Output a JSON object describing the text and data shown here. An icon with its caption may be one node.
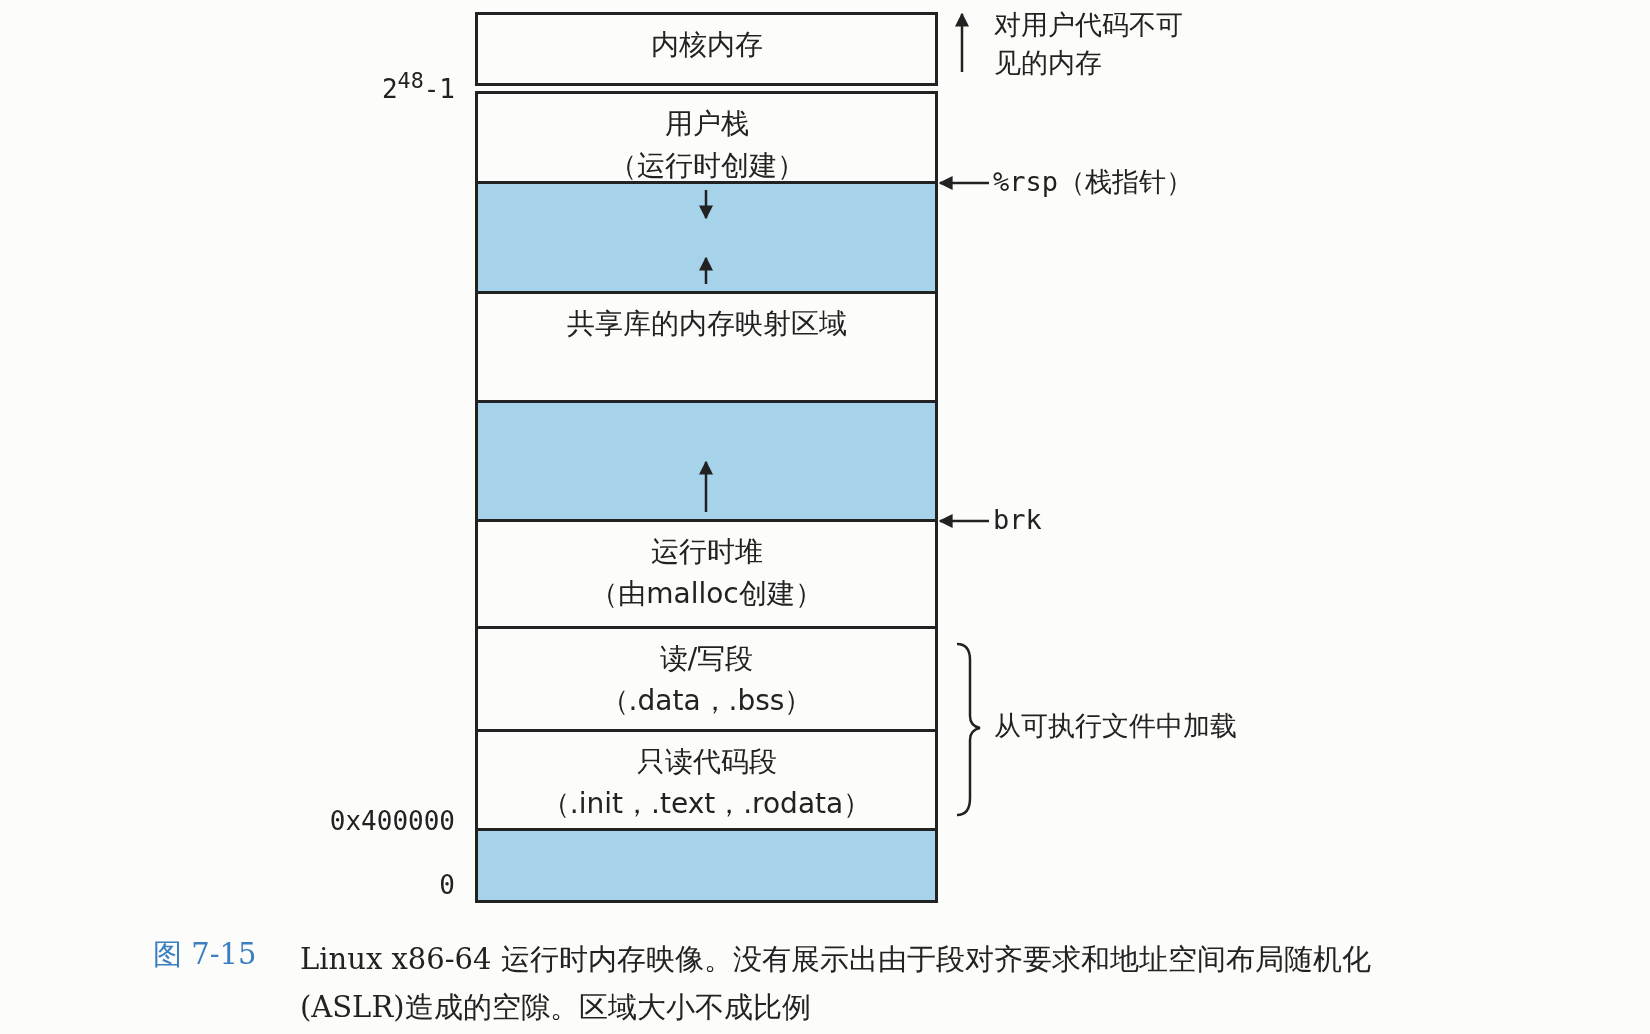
{
  "diagram": {
    "caption": "Linux x86-64 运行时内存映像。没有展示出由于段对齐要求和地址空间布局随机化(ASLR)造成的空隙。区域大小不成比例",
    "nodes": [
      {
        "text": [
          "内核内存"
        ]
      },
      {
        "text": [
          "用户栈",
          "（运行时创建）"
        ]
      },
      {
        "text": [],
        "shape": "box"
      },
      {
        "text": [
          "共享库的内存映射区域"
        ]
      },
      {
        "text": [],
        "shape": "box"
      },
      {
        "text": [
          "运行时堆",
          "（由malloc创建）"
        ]
      },
      {
        "text": [
          "读/写段",
          "（.data，.bss）"
        ]
      },
      {
        "text": [
          "只读代码段",
          "（.init，.text，.rodata）"
        ]
      },
      {
        "text": [],
        "shape": "box"
      },
      {
        "text": [
          "%rsp（栈指针）"
        ]
      },
      {
        "text": [
          "brk"
        ]
      }
    ],
    "edges": [
      {
        "from": 9,
        "to": 2,
        "arrow": "to"
      },
      {
        "from": 10,
        "to": 5,
        "arrow": "to"
      }
    ],
    "labels": [
      "2$^{48}$-1",
      "0x400000",
      "0",
      "对用户代码不可见的内存",
      "从可执行文件中加载",
      "图 7-15"
    ]
  }
}
